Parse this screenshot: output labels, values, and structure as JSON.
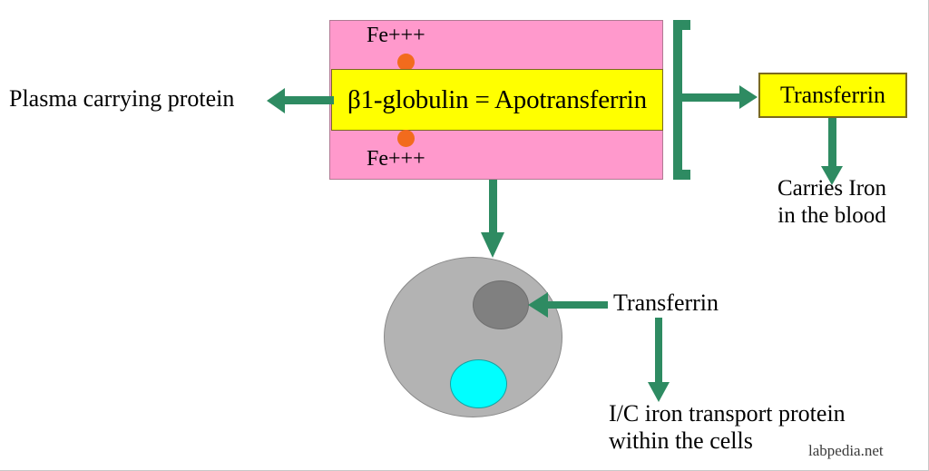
{
  "diagram": {
    "title": "Transferrin / Apotransferrin iron transport diagram",
    "watermark": "labpedia.net",
    "colors": {
      "pink_complex": "#FF99CC",
      "yellow_box": "#FFFF00",
      "green_arrow": "#2E8B62",
      "iron_dot": "#F26B1D",
      "cell_body": "#B3B3B3",
      "cell_nucleus": "#808080",
      "cell_vesicle": "#00FFFF",
      "text": "#000000",
      "background": "#FFFFFF"
    }
  },
  "complex": {
    "iron_top_label": "Fe+++",
    "iron_bottom_label": "Fe+++",
    "band_label": "β1-globulin = Apotransferrin"
  },
  "labels": {
    "plasma_carrying_protein": "Plasma carrying protein",
    "transferrin_box": "Transferrin",
    "carries_iron_line1": "Carries Iron",
    "carries_iron_line2": "in the blood",
    "transferrin_cell": "Transferrin",
    "ic_transport_line1": "I/C iron transport protein",
    "ic_transport_line2": "within the cells"
  },
  "cell": {
    "body_name": "cell",
    "nucleus_name": "nucleus",
    "vesicle_name": "vesicle"
  }
}
